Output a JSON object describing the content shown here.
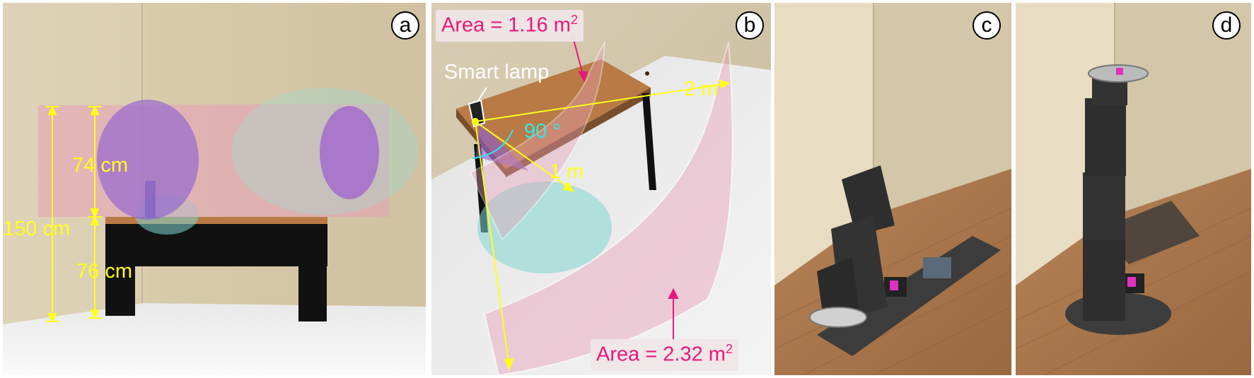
{
  "panels": {
    "a": {
      "badge": "a",
      "labels": {
        "upper_height": "74 cm",
        "total_height": "150 cm",
        "lower_height": "76 cm"
      }
    },
    "b": {
      "badge": "b",
      "labels": {
        "lamp": "Smart lamp",
        "angle": "90 °",
        "near_distance": "1 m",
        "far_distance": "2 m",
        "near_area_prefix": "Area = 1.16 m",
        "near_area_exp": "2",
        "far_area_prefix": "Area = 2.32 m",
        "far_area_exp": "2"
      }
    },
    "c": {
      "badge": "c"
    },
    "d": {
      "badge": "d"
    }
  },
  "colors": {
    "dimension_lines": "#ffff1a",
    "angle": "#33e6f2",
    "area_text": "#e8197a",
    "projection_fill": "#e8a0b8",
    "spot_fill": "#8a5cd6",
    "teal_spot": "#7fd6d0",
    "desk_top": "#b97a45",
    "desk_body": "#111111",
    "wall": "#d9ccb0",
    "floor_wood": "#a9744a",
    "robot": "#333333"
  }
}
